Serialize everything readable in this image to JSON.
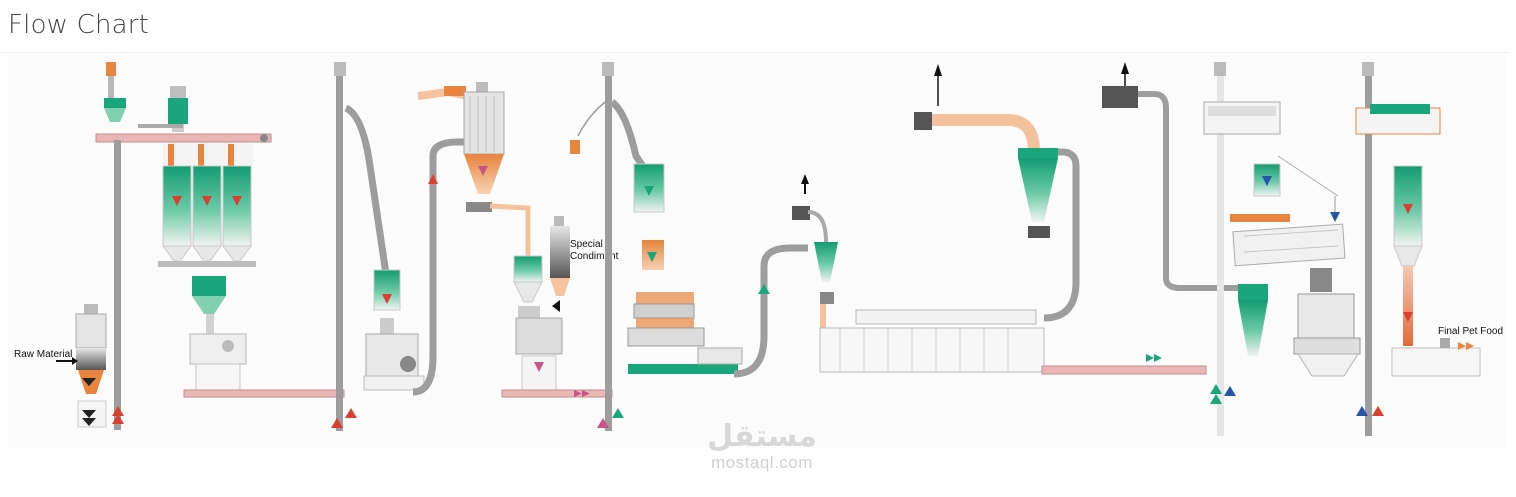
{
  "header": {
    "title": "Flow Chart"
  },
  "labels": {
    "raw_material": "Raw Material",
    "special_condiment_line1": "Special",
    "special_condiment_line2": "Condiment",
    "final_pet_food": "Final Pet Food"
  },
  "watermark": {
    "arabic": "مستقل",
    "latin": "mostaql.com"
  },
  "colors": {
    "conveyor_pink": "#eab6b6",
    "pipe_gray": "#9d9d9d",
    "hopper_green": "#1aa67a",
    "accent_orange": "#e7843e",
    "pipe_peach": "#f4c39e",
    "arrow_red": "#d8412f",
    "arrow_blue": "#2455a6",
    "arrow_green": "#1aa67a"
  }
}
